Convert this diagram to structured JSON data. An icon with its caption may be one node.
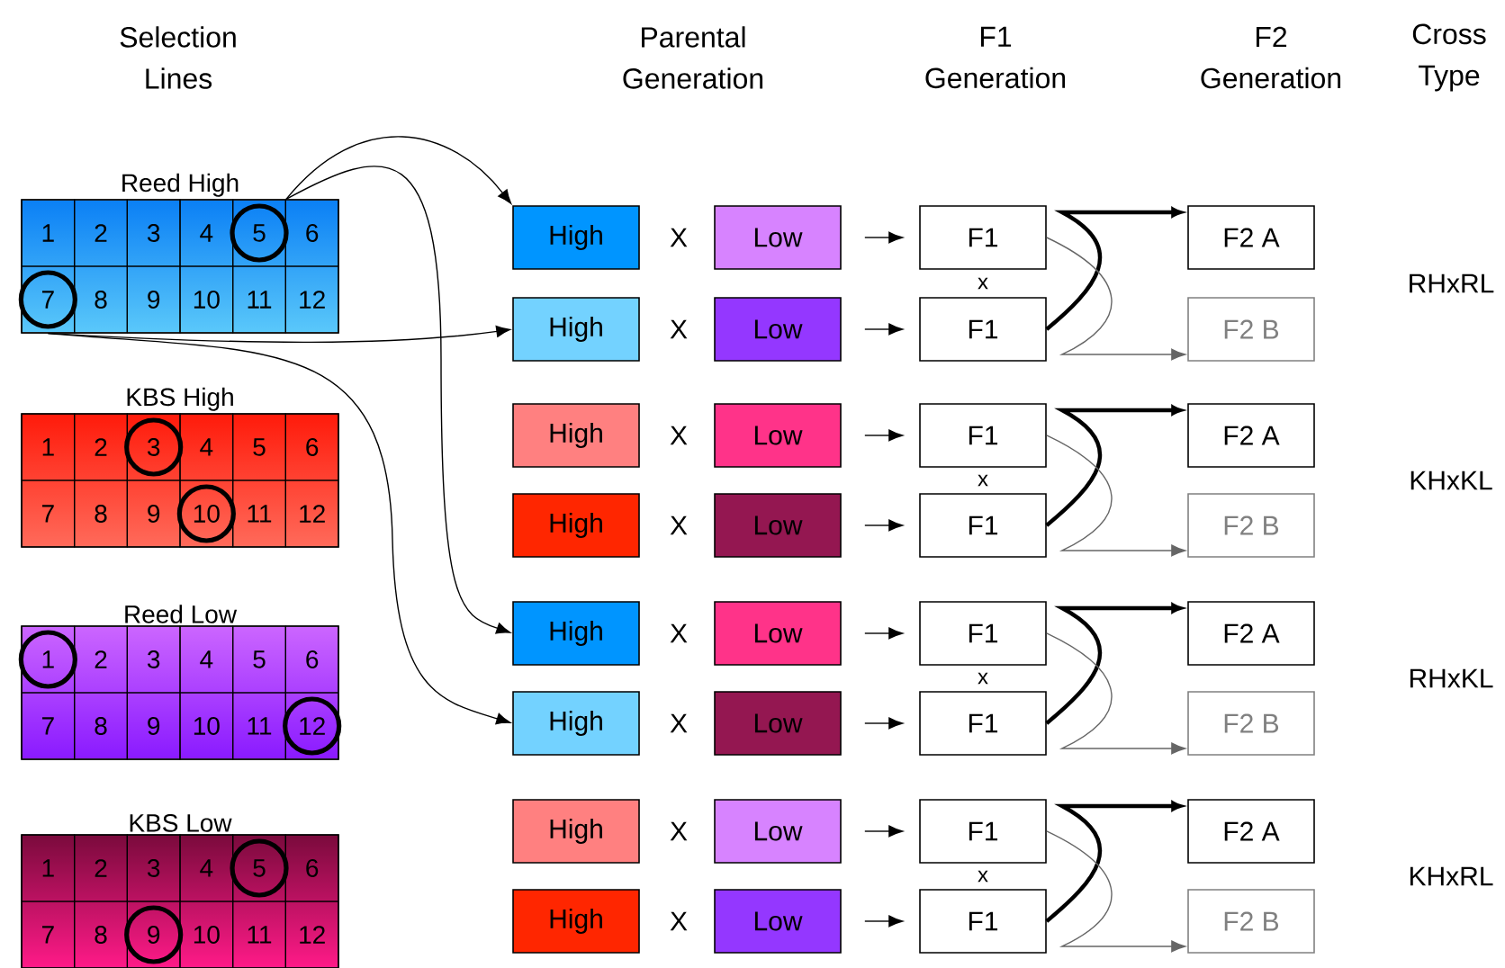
{
  "diagram": {
    "nodes": [
      {
        "text": [
          "Reed High"
        ]
      },
      {
        "text": [
          "1"
        ],
        "in": 0
      },
      {
        "text": [
          "2"
        ],
        "in": 0
      },
      {
        "text": [
          "3"
        ],
        "in": 0
      },
      {
        "text": [
          "4"
        ],
        "in": 0
      },
      {
        "text": [
          "5"
        ],
        "in": 0
      },
      {
        "text": [
          "6"
        ],
        "in": 0
      },
      {
        "text": [
          "7"
        ],
        "in": 0
      },
      {
        "text": [
          "8"
        ],
        "in": 0
      },
      {
        "text": [
          "9"
        ],
        "in": 0
      },
      {
        "text": [
          "10"
        ],
        "in": 0
      },
      {
        "text": [
          "11"
        ],
        "in": 0
      },
      {
        "text": [
          "12"
        ],
        "in": 0
      },
      {
        "text": [
          "KBS High"
        ]
      },
      {
        "text": [
          "1"
        ],
        "in": 13
      },
      {
        "text": [
          "2"
        ],
        "in": 13
      },
      {
        "text": [
          "3"
        ],
        "in": 13
      },
      {
        "text": [
          "4"
        ],
        "in": 13
      },
      {
        "text": [
          "5"
        ],
        "in": 13
      },
      {
        "text": [
          "6"
        ],
        "in": 13
      },
      {
        "text": [
          "7"
        ],
        "in": 13
      },
      {
        "text": [
          "8"
        ],
        "in": 13
      },
      {
        "text": [
          "9"
        ],
        "in": 13
      },
      {
        "text": [
          "10"
        ],
        "in": 13
      },
      {
        "text": [
          "11"
        ],
        "in": 13
      },
      {
        "text": [
          "12"
        ],
        "in": 13
      },
      {
        "text": [
          "Reed Low"
        ]
      },
      {
        "text": [
          "1"
        ],
        "in": 26
      },
      {
        "text": [
          "2"
        ],
        "in": 26
      },
      {
        "text": [
          "3"
        ],
        "in": 26
      },
      {
        "text": [
          "4"
        ],
        "in": 26
      },
      {
        "text": [
          "5"
        ],
        "in": 26
      },
      {
        "text": [
          "6"
        ],
        "in": 26
      },
      {
        "text": [
          "7"
        ],
        "in": 26
      },
      {
        "text": [
          "8"
        ],
        "in": 26
      },
      {
        "text": [
          "9"
        ],
        "in": 26
      },
      {
        "text": [
          "10"
        ],
        "in": 26
      },
      {
        "text": [
          "11"
        ],
        "in": 26
      },
      {
        "text": [
          "12"
        ],
        "in": 26
      },
      {
        "text": [
          "KBS Low"
        ]
      },
      {
        "text": [
          "1"
        ],
        "in": 39
      },
      {
        "text": [
          "2"
        ],
        "in": 39
      },
      {
        "text": [
          "3"
        ],
        "in": 39
      },
      {
        "text": [
          "4"
        ],
        "in": 39
      },
      {
        "text": [
          "5"
        ],
        "in": 39
      },
      {
        "text": [
          "6"
        ],
        "in": 39
      },
      {
        "text": [
          "7"
        ],
        "in": 39
      },
      {
        "text": [
          "8"
        ],
        "in": 39
      },
      {
        "text": [
          "9"
        ],
        "in": 39
      },
      {
        "text": [
          "10"
        ],
        "in": 39
      },
      {
        "text": [
          "11"
        ],
        "in": 39
      },
      {
        "text": [
          "12"
        ],
        "in": 39
      },
      {
        "text": [
          "High"
        ]
      },
      {
        "text": [
          "Low"
        ]
      },
      {
        "text": [
          "F1"
        ]
      },
      {
        "text": [
          "F2 A"
        ]
      },
      {
        "text": [
          "High"
        ]
      },
      {
        "text": [
          "Low"
        ]
      },
      {
        "text": [
          "F1"
        ]
      },
      {
        "text": [
          "F2 B"
        ]
      },
      {
        "text": [
          "High"
        ]
      },
      {
        "text": [
          "Low"
        ]
      },
      {
        "text": [
          "F1"
        ]
      },
      {
        "text": [
          "F2 A"
        ]
      },
      {
        "text": [
          "High"
        ]
      },
      {
        "text": [
          "Low"
        ]
      },
      {
        "text": [
          "F1"
        ]
      },
      {
        "text": [
          "F2 B"
        ]
      },
      {
        "text": [
          "High"
        ]
      },
      {
        "text": [
          "Low"
        ]
      },
      {
        "text": [
          "F1"
        ]
      },
      {
        "text": [
          "F2 A"
        ]
      },
      {
        "text": [
          "High"
        ]
      },
      {
        "text": [
          "Low"
        ]
      },
      {
        "text": [
          "F1"
        ]
      },
      {
        "text": [
          "F2 B"
        ]
      },
      {
        "text": [
          "High"
        ]
      },
      {
        "text": [
          "Low"
        ]
      },
      {
        "text": [
          "F1"
        ]
      },
      {
        "text": [
          "F2 A"
        ]
      },
      {
        "text": [
          "High"
        ]
      },
      {
        "text": [
          "Low"
        ]
      },
      {
        "text": [
          "F1"
        ]
      },
      {
        "text": [
          "F2 B"
        ]
      }
    ],
    "edges": [
      {
        "from": 5,
        "to": 52,
        "arrow": "to"
      },
      {
        "from": 5,
        "to": 68,
        "arrow": "to"
      },
      {
        "from": 7,
        "to": 56,
        "arrow": "to"
      },
      {
        "from": 7,
        "to": 72,
        "arrow": "to"
      },
      {
        "from": 53,
        "to": 54,
        "arrow": "to"
      },
      {
        "from": 57,
        "to": 58,
        "arrow": "to"
      },
      {
        "from": 61,
        "to": 62,
        "arrow": "to"
      },
      {
        "from": 65,
        "to": 66,
        "arrow": "to"
      },
      {
        "from": 69,
        "to": 70,
        "arrow": "to"
      },
      {
        "from": 73,
        "to": 74,
        "arrow": "to"
      },
      {
        "from": 77,
        "to": 78,
        "arrow": "to"
      },
      {
        "from": 81,
        "to": 82,
        "arrow": "to"
      },
      {
        "from": 58,
        "to": 55,
        "arrow": "to",
        "style": "thick"
      },
      {
        "from": 54,
        "to": 59,
        "arrow": "to",
        "color": "#666666"
      },
      {
        "from": 66,
        "to": 63,
        "arrow": "to",
        "style": "thick"
      },
      {
        "from": 62,
        "to": 67,
        "arrow": "to",
        "color": "#666666"
      },
      {
        "from": 74,
        "to": 71,
        "arrow": "to",
        "style": "thick"
      },
      {
        "from": 70,
        "to": 75,
        "arrow": "to",
        "color": "#666666"
      },
      {
        "from": 82,
        "to": 79,
        "arrow": "to",
        "style": "thick"
      },
      {
        "from": 78,
        "to": 83,
        "arrow": "to",
        "color": "#666666"
      }
    ],
    "labels": [
      "Selection Lines",
      "Parental Generation",
      "F1 Generation",
      "F2 Generation",
      "Cross Type",
      "X",
      "X",
      "X",
      "X",
      "X",
      "X",
      "X",
      "X",
      "x",
      "x",
      "x",
      "x",
      "RHxRL",
      "KHxKL",
      "RHxKL",
      "KHxRL"
    ]
  }
}
